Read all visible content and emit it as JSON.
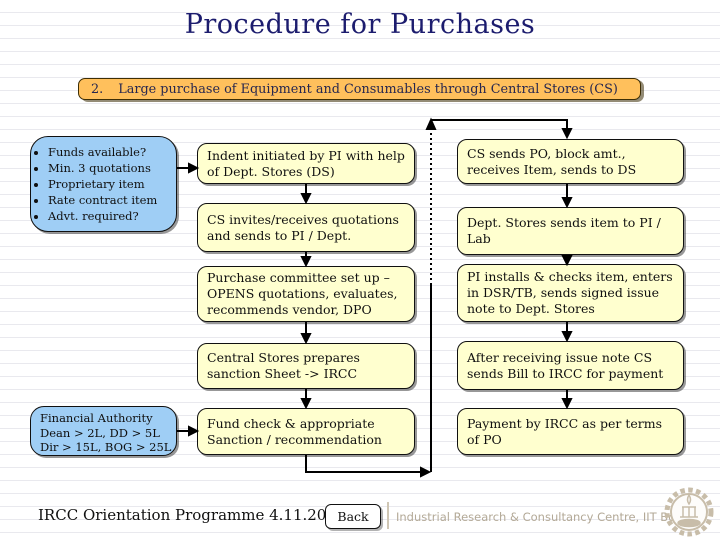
{
  "title": "Procedure for Purchases",
  "banner": {
    "number": "2.",
    "text": "Large purchase of Equipment and Consumables through Central Stores (CS)"
  },
  "side_notes": {
    "checklist": {
      "items": [
        "Funds available?",
        "Min. 3 quotations",
        "Proprietary item",
        "Rate contract item",
        "Advt. required?"
      ]
    },
    "financial_authority": {
      "lines": [
        "Financial Authority",
        "Dean > 2L, DD > 5L",
        "Dir > 15L, BOG > 25L"
      ]
    }
  },
  "flow": {
    "left_column": [
      "Indent initiated by PI with help of Dept. Stores (DS)",
      "CS invites/receives quotations and sends to PI / Dept.",
      "Purchase committee set up – OPENS quotations, evaluates, recommends vendor, DPO",
      "Central Stores prepares sanction Sheet -> IRCC",
      "Fund check & appropriate Sanction / recommendation"
    ],
    "right_column": [
      "CS sends PO, block amt., receives Item, sends to DS",
      "Dept. Stores sends item to PI / Lab",
      "PI installs & checks item, enters in DSR/TB, sends signed issue note to Dept. Stores",
      "After receiving issue note CS sends Bill to IRCC for payment",
      "Payment by IRCC as per terms of PO"
    ]
  },
  "footer": {
    "caption": "IRCC Orientation Programme 4.11.2006",
    "back_label": "Back",
    "brand": "Industrial Research & Consultancy Centre, IIT Bombay"
  },
  "colors": {
    "title_navy": "#1c1c6e",
    "banner_fill": "#ffc05c",
    "flow_box_fill": "#ffffcf",
    "note_box_fill": "#9fcef5",
    "arrow": "#000000",
    "brand_text": "#b3a997"
  }
}
